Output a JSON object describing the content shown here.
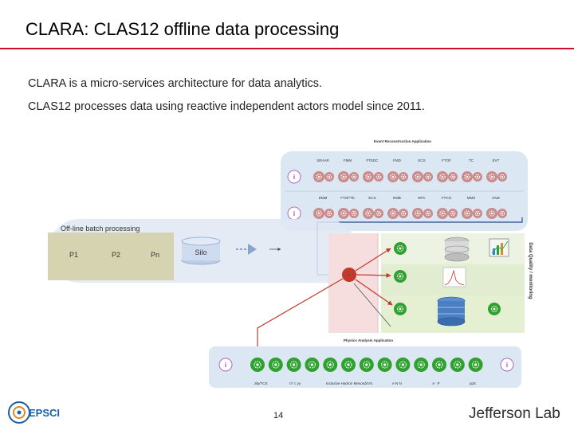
{
  "slide": {
    "title": "CLARA: CLAS12 offline data processing",
    "bullets": [
      "CLARA is a micro-services architecture for data analytics.",
      "CLAS12 processes data using reactive independent actors model since 2011."
    ],
    "page_number": "14"
  },
  "diagram": {
    "reconstruction": {
      "title": "Event Reconstruction Application",
      "row1_labels": [
        "SEHAR",
        "FMM",
        "FTEDC",
        "FMD",
        "ECS",
        "FTOF",
        "TC",
        "EVT"
      ],
      "row2_labels": [
        "DMM",
        "FTOFTE",
        "ECS",
        "EMB",
        "EPC",
        "FTCO",
        "MMS",
        "CND"
      ]
    },
    "batch": {
      "label": "Off-line batch processing",
      "processes": [
        "P1",
        "P2",
        "Pn"
      ],
      "silo": "Silo"
    },
    "data_quality_label": "Data Quality / monitoring",
    "physics": {
      "title": "Physics Analysis Application",
      "labels": [
        "J/ψ/TCS",
        "π⁰  c    γγ",
        "Inclusive Hadron Meson∆/VS",
        "e    N    N",
        "e⁻ P",
        "ppX"
      ]
    },
    "colors": {
      "reco_bg": "#dce7f4",
      "batch_bg": "#d6d4b0",
      "silo_bg": "#cfdcef",
      "dq_pink": "#f6dede",
      "dq_green": "#e5efd2",
      "node_green": "#2fa12f",
      "node_red": "#c0392b",
      "arrow_red": "#c0392b"
    }
  },
  "logos": {
    "left": "EPSCI",
    "right": "Jefferson Lab"
  }
}
